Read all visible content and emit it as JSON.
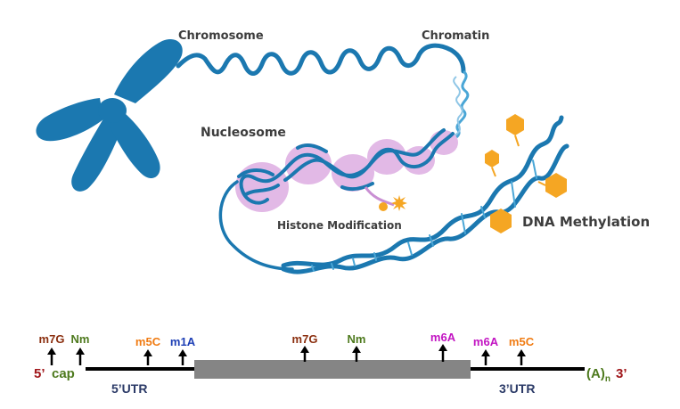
{
  "colors": {
    "dna": "#1b78b0",
    "dna_light": "#4aa6d6",
    "histone": "#e2b9e6",
    "histone_edge": "#c98fd3",
    "methyl": "#f5a623",
    "label": "#3d3d3d",
    "brown": "#8b2f0f",
    "green": "#4e7a1e",
    "orange": "#f07b12",
    "blue": "#1d3fb5",
    "magenta": "#c214c2",
    "navy": "#2b3a67",
    "dark_red": "#a0161a",
    "cds_gray": "#858585"
  },
  "labels": {
    "chromosome": "Chromosome",
    "chromatin": "Chromatin",
    "nucleosome": "Nucleosome",
    "histone_modification": "Histone Modification",
    "dna_methylation": "DNA Methylation"
  },
  "mrna": {
    "five_prime": "5’",
    "cap": "cap",
    "utr5": "5’UTR",
    "utr3": "3’UTR",
    "polya_base": "(A)",
    "polya_sub": "n",
    "three_prime": "3’",
    "modifications": [
      {
        "label": "m7G",
        "color": "brown"
      },
      {
        "label": "Nm",
        "color": "green"
      },
      {
        "label": "m5C",
        "color": "orange"
      },
      {
        "label": "m1A",
        "color": "blue"
      },
      {
        "label": "m7G",
        "color": "brown"
      },
      {
        "label": "Nm",
        "color": "green"
      },
      {
        "label": "m6A",
        "color": "magenta"
      },
      {
        "label": "m6A",
        "color": "magenta"
      },
      {
        "label": "m5C",
        "color": "orange"
      }
    ]
  }
}
